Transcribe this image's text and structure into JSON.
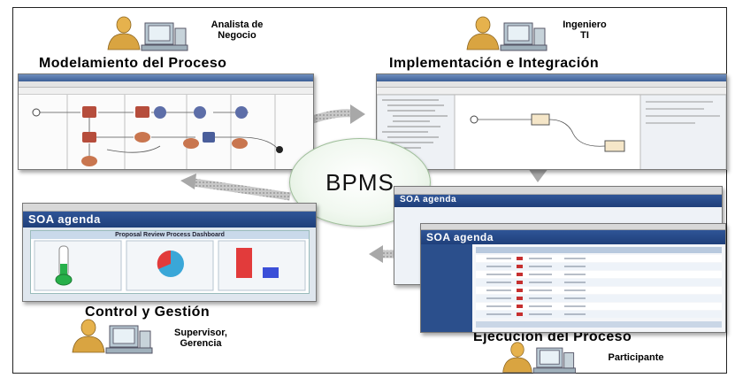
{
  "center": {
    "label": "BPMS"
  },
  "stages": {
    "modeling": {
      "title": "Modelamiento del Proceso",
      "role": "Analista de\nNegocio"
    },
    "implementation": {
      "title": "Implementación e Integración",
      "role": "Ingeniero\nTI"
    },
    "execution": {
      "title": "Ejecución del Proceso",
      "role": "Participante"
    },
    "control": {
      "title": "Control y Gestión",
      "role": "Supervisor,\nGerencia"
    }
  },
  "screens": {
    "dashboard_app": "SOA agenda",
    "dashboard_title": "Proposal Review Process Dashboard",
    "worklist_app": "SOA agenda",
    "worklist_app_back": "SOA agenda"
  },
  "colors": {
    "accent_blue": "#1f3f7a",
    "arrow": "#b8b8b8",
    "person": "#d9a441",
    "computer": "#a9bcc8"
  },
  "icons": [
    "user-computer-icon",
    "process-diagram",
    "dashboard-chart",
    "worklist-table"
  ]
}
